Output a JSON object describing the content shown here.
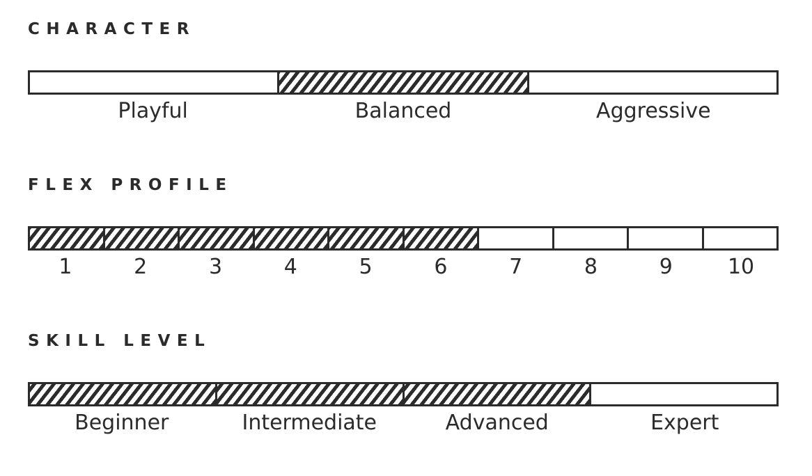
{
  "sections": [
    {
      "id": "character",
      "title": "CHARACTER",
      "segments": [
        "Playful",
        "Balanced",
        "Aggressive"
      ],
      "filled_indices": [
        1
      ],
      "show_dividers": false
    },
    {
      "id": "flex-profile",
      "title": "FLEX PROFILE",
      "segments": [
        "1",
        "2",
        "3",
        "4",
        "5",
        "6",
        "7",
        "8",
        "9",
        "10"
      ],
      "filled_indices": [
        0,
        1,
        2,
        3,
        4,
        5
      ],
      "show_dividers": true
    },
    {
      "id": "skill-level",
      "title": "SKILL LEVEL",
      "segments": [
        "Beginner",
        "Intermediate",
        "Advanced",
        "Expert"
      ],
      "filled_indices": [
        0,
        1,
        2
      ],
      "show_dividers": true
    }
  ],
  "colors": {
    "ink": "#2b2b2b",
    "background": "#ffffff"
  }
}
